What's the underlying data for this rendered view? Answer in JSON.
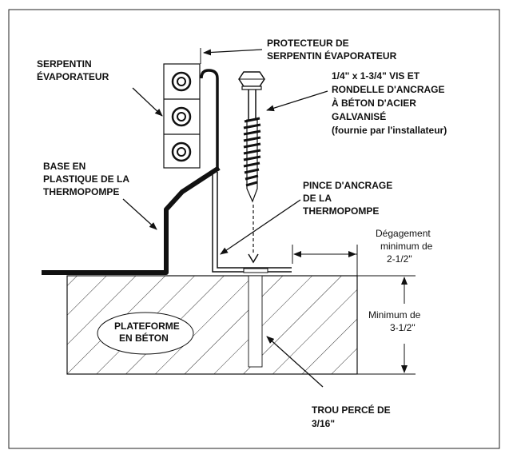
{
  "labels": {
    "coil_line1": "SERPENTIN",
    "coil_line2": "ÉVAPORATEUR",
    "protector_line1": "PROTECTEUR DE",
    "protector_line2": "SERPENTIN ÉVAPORATEUR",
    "screw_line1": "1/4\" x 1-3/4\" VIS ET",
    "screw_line2": "RONDELLE D'ANCRAGE",
    "screw_line3": "À BÉTON D'ACIER",
    "screw_line4": "GALVANISÉ",
    "screw_line5": "(fournie par l'installateur)",
    "base_line1": "BASE EN",
    "base_line2": "PLASTIQUE DE LA",
    "base_line3": "THERMOPOMPE",
    "clip_line1": "PINCE D'ANCRAGE",
    "clip_line2": "DE LA",
    "clip_line3": "THERMOPOMPE",
    "clearance_line1": "Dégagement",
    "clearance_line2": "minimum de",
    "clearance_line3": "2-1/2\"",
    "platform_line1": "PLATEFORME",
    "platform_line2": "EN BÉTON",
    "depth_line1": "Minimum de",
    "depth_line2": "3-1/2\"",
    "hole_line1": "TROU PERCÉ DE",
    "hole_line2": "3/16\""
  },
  "colors": {
    "ink": "#111111",
    "background": "#ffffff"
  }
}
